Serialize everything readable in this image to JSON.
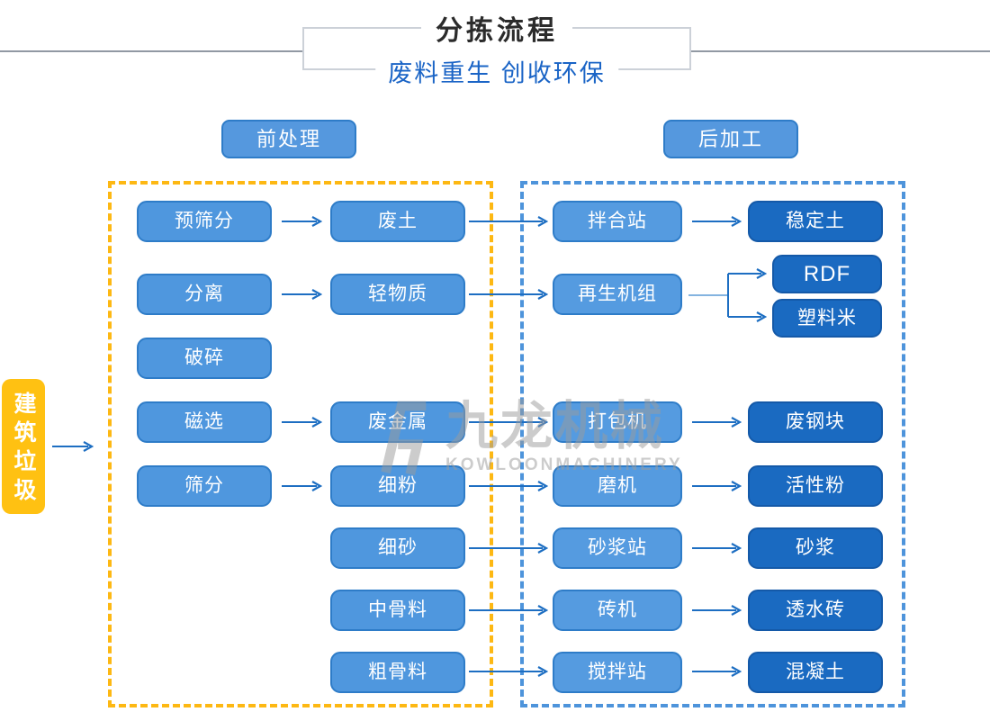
{
  "header": {
    "title": "分拣流程",
    "subtitle": "废料重生 创收环保"
  },
  "sections": {
    "pre": "前处理",
    "post": "后加工"
  },
  "source": "建筑垃圾",
  "nodes": {
    "pre_screening": "预筛分",
    "waste_soil": "废土",
    "separation": "分离",
    "light_material": "轻物质",
    "crushing": "破碎",
    "magnetic_separation": "磁选",
    "scrap_metal": "废金属",
    "screening": "筛分",
    "fine_powder": "细粉",
    "fine_sand": "细砂",
    "medium_aggregate": "中骨料",
    "coarse_aggregate": "粗骨料",
    "mixing_plant": "拌合站",
    "stabilized_soil": "稳定土",
    "regen_unit": "再生机组",
    "rdf": "RDF",
    "plastic_pellets": "塑料米",
    "baler": "打包机",
    "scrap_steel": "废钢块",
    "mill": "磨机",
    "active_powder": "活性粉",
    "mortar_plant": "砂浆站",
    "mortar": "砂浆",
    "brick_machine": "砖机",
    "permeable_brick": "透水砖",
    "mixing_station": "搅拌站",
    "concrete": "混凝土"
  },
  "watermark": {
    "cn": "九龙机械",
    "en": "KOWLOONMACHINERY"
  },
  "colors": {
    "node_blue": "#4f97de",
    "node_blue_border": "#2e7cc8",
    "node_dark": "#1a6ac1",
    "node_dark_border": "#1459a8",
    "arrow_blue": "#1d6ec2",
    "pre_dash_yellow": "#fdb813",
    "post_dash_blue": "#4e94db",
    "source_yellow": "#ffc112",
    "title_dark": "#2b2b2b",
    "subtitle_blue": "#1a64c6",
    "watermark_gray": "#9b9b9b"
  }
}
